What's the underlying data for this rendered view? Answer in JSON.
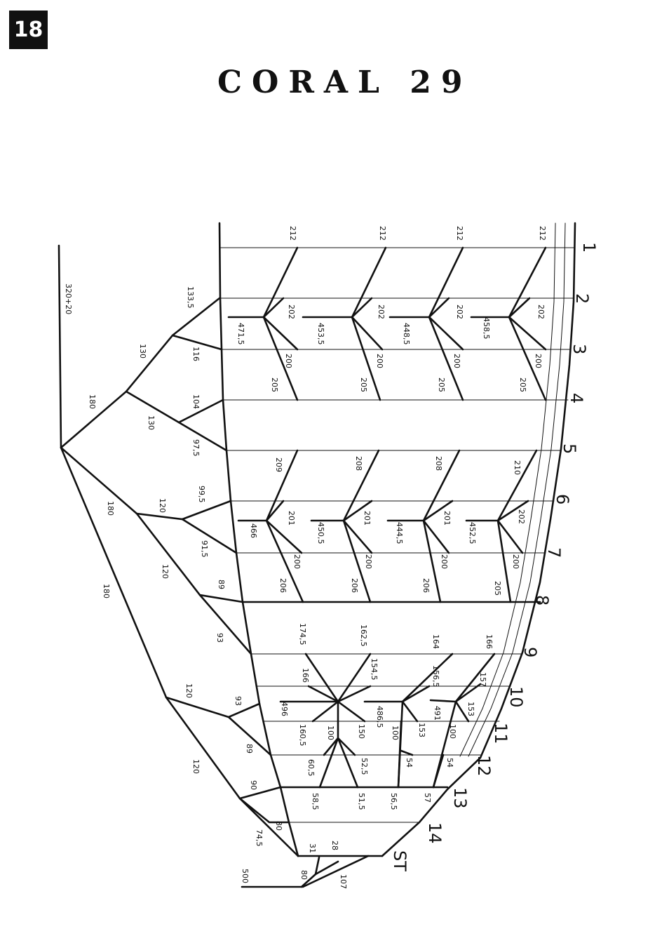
{
  "page_number": "18",
  "title": "CORAL 29",
  "panel_labels": [
    "1",
    "2",
    "3",
    "4",
    "5",
    "6",
    "7",
    "8",
    "9",
    "10",
    "11",
    "12",
    "13",
    "14",
    "ST"
  ],
  "measurements": {
    "col1_bridles": [
      "212",
      "202",
      "200",
      "205",
      "210",
      "202",
      "200",
      "205",
      "166",
      "157",
      "153",
      "100",
      "54",
      "57"
    ],
    "col1_main": [
      "458,5",
      "452,5",
      "491"
    ],
    "col2_bridles": [
      "212",
      "202",
      "200",
      "205",
      "208",
      "201",
      "200",
      "206",
      "164",
      "156,5",
      "100",
      "153",
      "54",
      "56,5"
    ],
    "col2_main": [
      "448,5",
      "444,5"
    ],
    "col3_bridles": [
      "212",
      "202",
      "200",
      "205",
      "208",
      "201",
      "200",
      "206",
      "162,5",
      "154,5",
      "150",
      "52,5",
      "51,5"
    ],
    "col3_main": [
      "453,5",
      "450,5",
      "486,5"
    ],
    "col4_bridles": [
      "212",
      "202",
      "200",
      "205",
      "209",
      "201",
      "200",
      "206",
      "174,5",
      "166",
      "160,5",
      "100",
      "60,5",
      "58,5"
    ],
    "col4_main": [
      "471,5",
      "466",
      "496"
    ],
    "cascade_upper": [
      "133,5",
      "116",
      "130",
      "104",
      "180",
      "130",
      "97,5",
      "320+20"
    ],
    "cascade_middle": [
      "99,5",
      "120",
      "91,5",
      "180",
      "120",
      "89",
      "93",
      "180"
    ],
    "cascade_lower": [
      "120",
      "93",
      "89",
      "120",
      "90",
      "80",
      "74,5"
    ],
    "tail": [
      "31",
      "28",
      "80",
      "107",
      "500"
    ]
  }
}
